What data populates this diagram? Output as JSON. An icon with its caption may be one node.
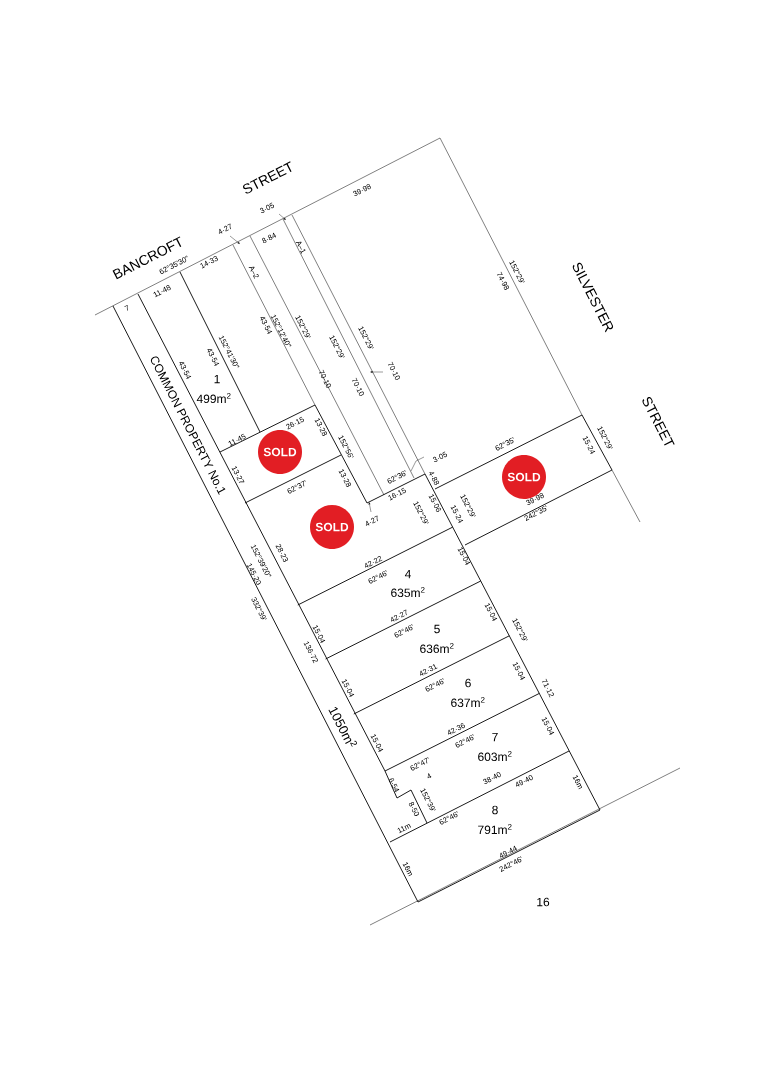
{
  "diagram": {
    "nodes": [
      {
        "text": [
          "SOLD"
        ]
      },
      {
        "text": [
          "SOLD"
        ]
      },
      {
        "text": [
          "SOLD"
        ]
      }
    ],
    "labels": [
      "BANCROFT",
      "STREET",
      "39·98",
      "3·05",
      "4·27",
      "8·84",
      "62°35'30\"",
      "14·33",
      "11·48",
      "7",
      "A–2",
      "A–1",
      "152°41'30\"",
      "43·54",
      "43·54",
      "152°12'40\"",
      "43·54",
      "152°29'",
      "70·10",
      "152°29'",
      "70·10",
      "152°29'",
      "70·10",
      "1",
      "499m$^{2}$",
      "COMMON PROPERTY No.1",
      "74·98",
      "152°29'",
      "SILVESTER",
      "STREET",
      "11·45",
      "26·15",
      "13·28",
      "152°56'",
      "13·27",
      "62°37'",
      "13·28",
      "62°36'",
      "3·05",
      "16·15",
      "4·88",
      "4·27",
      "15·06",
      "152°29'",
      "152°29'",
      "15·24",
      "62°35'",
      "15·24",
      "152°29'",
      "39·98",
      "242°35'",
      "28·23",
      "152°39'20\"",
      "145·20",
      "332°39'",
      "42·22",
      "62°46'",
      "4",
      "635m$^{2}$",
      "15·04",
      "15·04",
      "136·72",
      "42·27",
      "62°46'",
      "5",
      "636m$^{2}$",
      "15·04",
      "152°29'",
      "15·04",
      "42·31",
      "62°46'",
      "6",
      "637m$^{2}$",
      "15·04",
      "71·12",
      "1050m$^{2}$",
      "15·04",
      "42·36",
      "62°46'",
      "7",
      "603m$^{2}$",
      "15·04",
      "62°47'",
      "4",
      "6·54",
      "8·50",
      "152°39'",
      "38·40",
      "49·40",
      "16m",
      "11m",
      "62°46'",
      "8",
      "791m$^{2}$",
      "16m",
      "49·44",
      "242°46'",
      "16"
    ]
  }
}
